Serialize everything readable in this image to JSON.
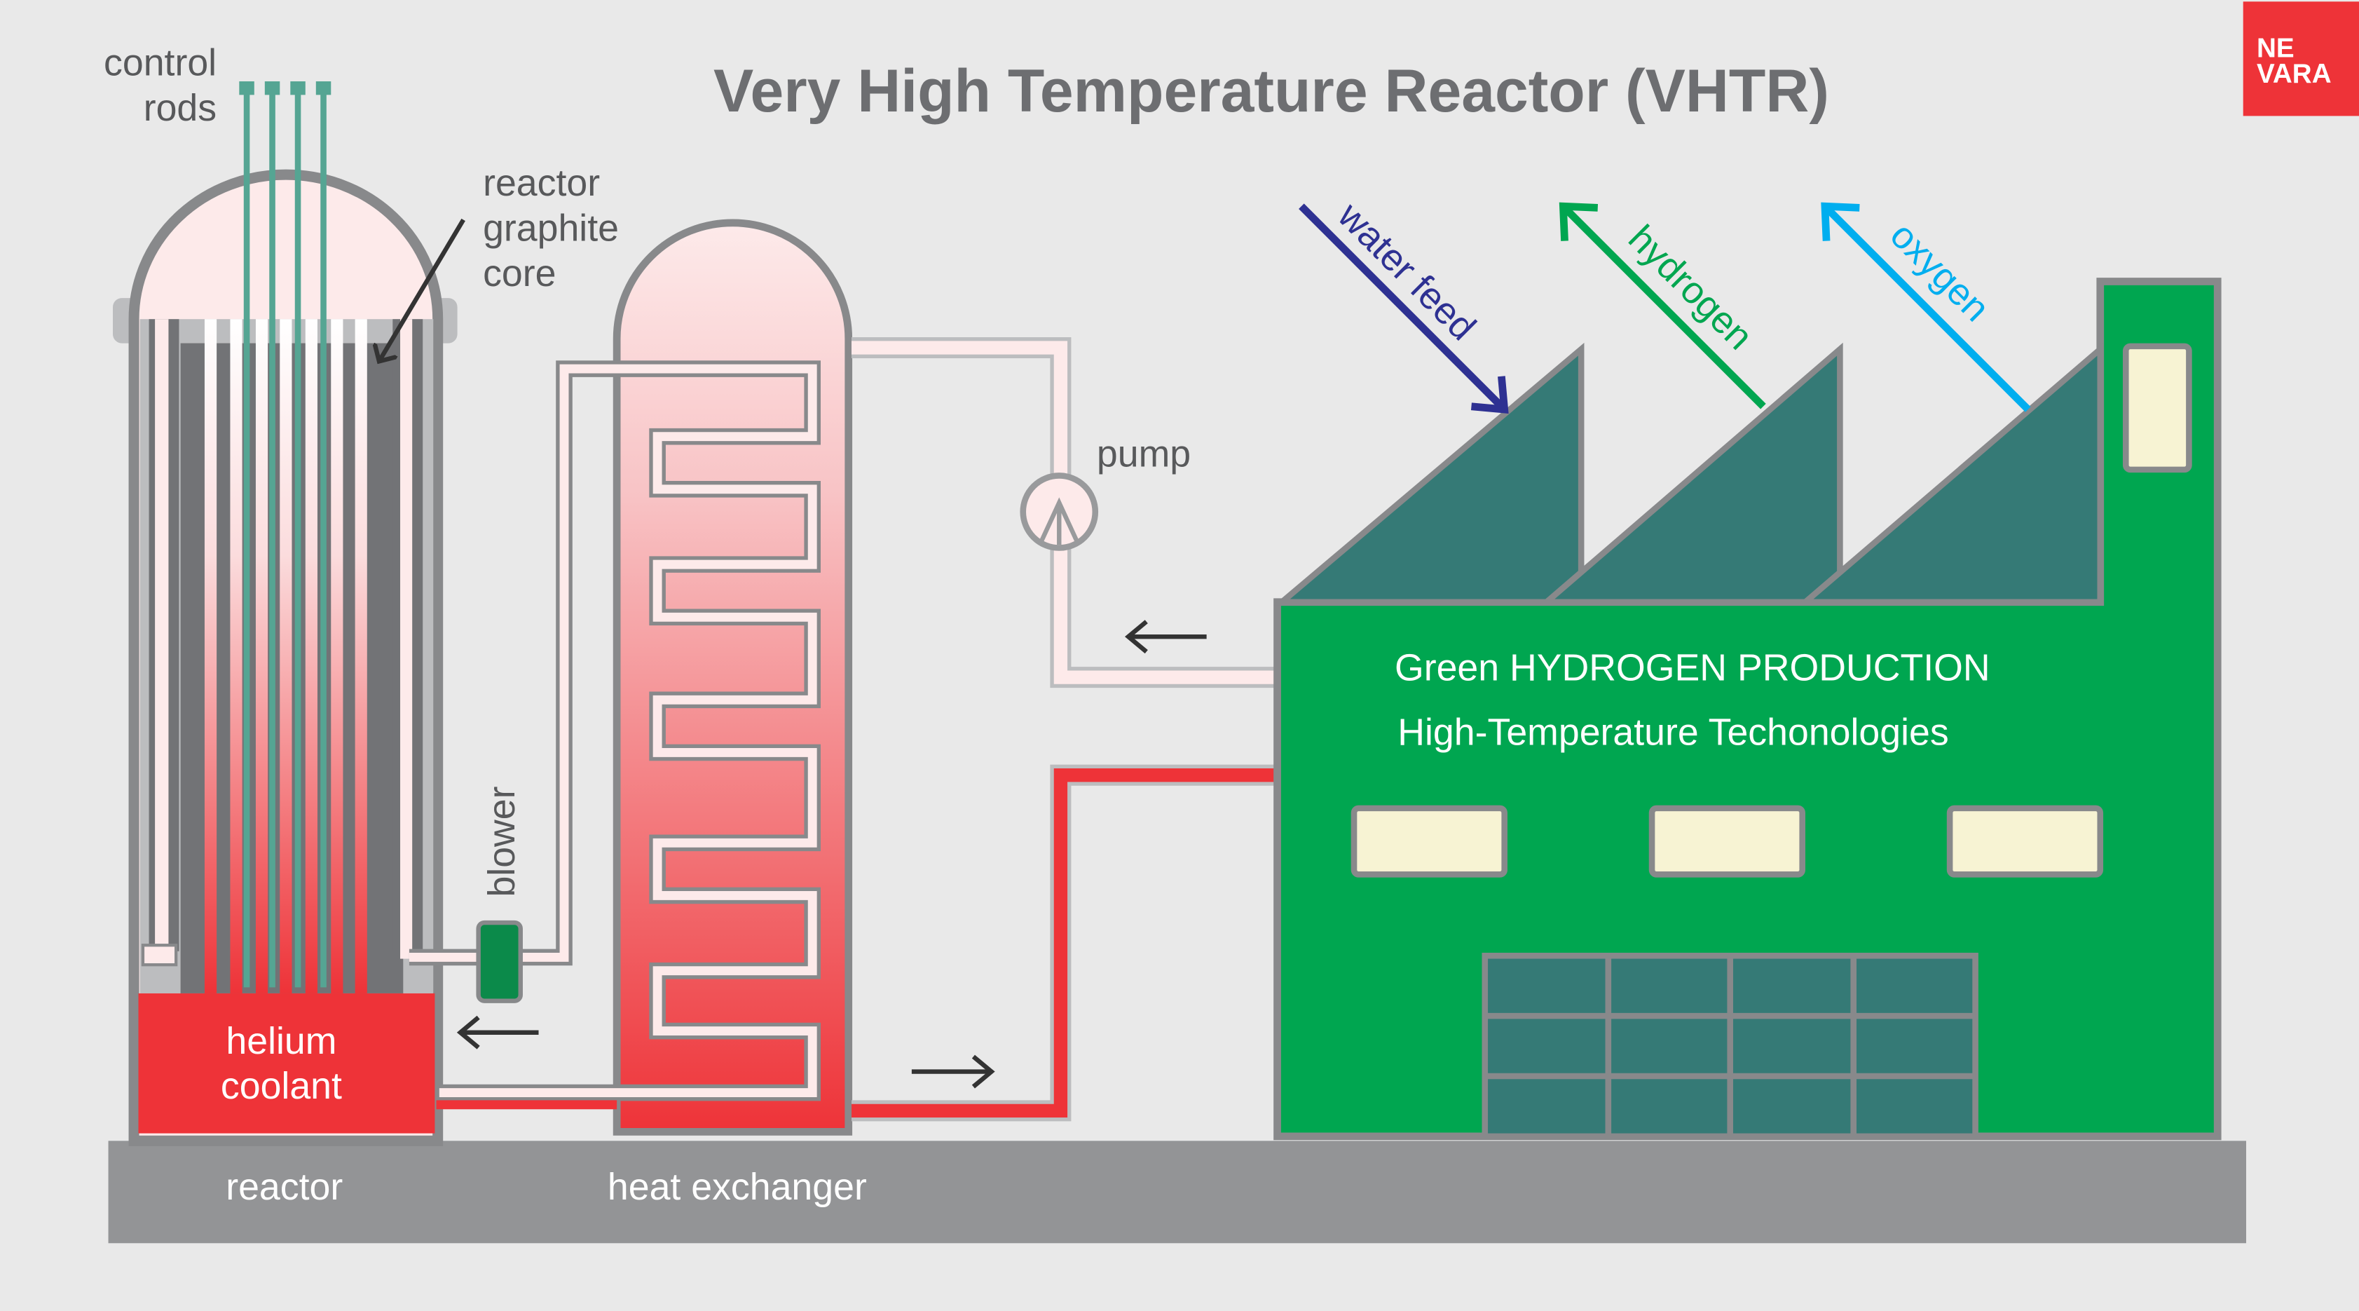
{
  "title": "Very High Temperature Reactor (VHTR)",
  "logo": {
    "line1": "NE",
    "line2": "VARA",
    "color": "#ee3338"
  },
  "labels": {
    "control_rods_1": "control",
    "control_rods_2": "rods",
    "core_1": "reactor",
    "core_2": "graphite",
    "core_3": "core",
    "pump": "pump",
    "blower": "blower",
    "helium_1": "helium",
    "helium_2": "coolant",
    "reactor": "reactor",
    "heat_exchanger": "heat exchanger",
    "water_feed": "water feed",
    "hydrogen": "hydrogen",
    "oxygen": "oxygen"
  },
  "factory": {
    "line1": "Green HYDROGEN PRODUCTION",
    "line2": "High-Temperature Techonologies"
  },
  "colors": {
    "background": "#e9e9e9",
    "hot": "#ee3338",
    "cold": "#fde9e9",
    "factory": "#00a650",
    "roof": "#357a76",
    "rods": "#55a593",
    "water_feed": "#2e3192",
    "hydrogen": "#00a650",
    "oxygen": "#00aeef"
  }
}
